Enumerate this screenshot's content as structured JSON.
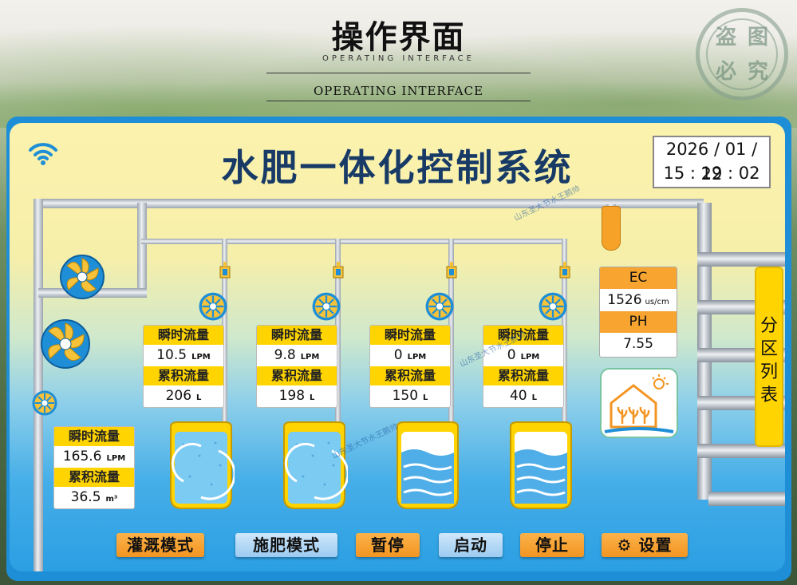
{
  "header": {
    "title": "操作界面",
    "subtitle": "OPERATING INTERFACE",
    "subtitle2": "OPERATING INTERFACE"
  },
  "stamp": {
    "chars": [
      "盗",
      "图",
      "必",
      "究"
    ]
  },
  "screen": {
    "title": "水肥一体化控制系统",
    "date": "2026 / 01 / 22",
    "time": "15 : 19 : 02",
    "wifi_icon": "wifi-icon"
  },
  "watermark": "山东圣大节水王鹏帅",
  "channels": [
    {
      "flow_label": "瞬时流量",
      "flow": "10.5",
      "flow_unit": "LPM",
      "total_label": "累积流量",
      "total": "206",
      "total_unit": "L",
      "state": "mixing"
    },
    {
      "flow_label": "瞬时流量",
      "flow": "9.8",
      "flow_unit": "LPM",
      "total_label": "累积流量",
      "total": "198",
      "total_unit": "L",
      "state": "mixing"
    },
    {
      "flow_label": "瞬时流量",
      "flow": "0",
      "flow_unit": "LPM",
      "total_label": "累积流量",
      "total": "150",
      "total_unit": "L",
      "state": "idle"
    },
    {
      "flow_label": "瞬时流量",
      "flow": "0",
      "flow_unit": "LPM",
      "total_label": "累积流量",
      "total": "40",
      "total_unit": "L",
      "state": "idle"
    }
  ],
  "main_flow": {
    "flow_label": "瞬时流量",
    "flow": "165.6",
    "flow_unit": "LPM",
    "total_label": "累积流量",
    "total": "36.5",
    "total_unit": "m³"
  },
  "sensors": {
    "ec_label": "EC",
    "ec_value": "1526",
    "ec_unit": "us/cm",
    "ph_label": "PH",
    "ph_value": "7.55"
  },
  "greenhouse_icon": "greenhouse-icon",
  "zone_list_label": "分区列表",
  "buttons": {
    "irrigation": "灌溉模式",
    "fertilize": "施肥模式",
    "pause": "暂停",
    "start": "启动",
    "stop": "停止",
    "settings": "设置"
  },
  "colors": {
    "accent_yellow": "#ffd400",
    "accent_orange": "#f39522",
    "frame_blue": "#1e8fd6",
    "title_navy": "#173a66"
  }
}
